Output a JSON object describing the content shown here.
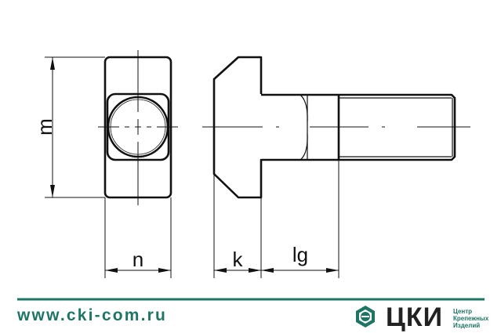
{
  "drawing": {
    "dimension_labels": {
      "m": "m",
      "n": "n",
      "k": "k",
      "lg": "lg"
    }
  },
  "footer": {
    "url": "www.cki-com.ru",
    "brand": "ЦКИ",
    "brand_sub": [
      "Центр",
      "Крепежных",
      "Изделий"
    ],
    "accent_color": "#1e7566"
  }
}
